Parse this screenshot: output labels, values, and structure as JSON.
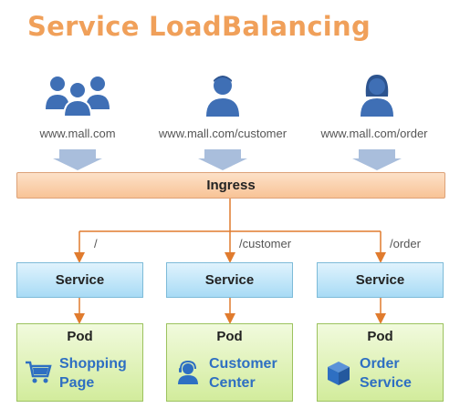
{
  "title": "Service LoadBalancing",
  "users": [
    {
      "url": "www.mall.com",
      "icon": "users-group-icon"
    },
    {
      "url": "www.mall.com/customer",
      "icon": "user-male-icon"
    },
    {
      "url": "www.mall.com/order",
      "icon": "user-female-icon"
    }
  ],
  "ingress": {
    "label": "Ingress"
  },
  "routes": [
    "/",
    "/customer",
    "/order"
  ],
  "services": [
    {
      "label": "Service"
    },
    {
      "label": "Service"
    },
    {
      "label": "Service"
    }
  ],
  "pods": [
    {
      "title": "Pod",
      "line1": "Shopping",
      "line2": "Page",
      "icon": "shopping-cart-icon"
    },
    {
      "title": "Pod",
      "line1": "Customer",
      "line2": "Center",
      "icon": "headset-agent-icon"
    },
    {
      "title": "Pod",
      "line1": "Order",
      "line2": "Service",
      "icon": "package-box-icon"
    }
  ],
  "colors": {
    "title": "#f0a05a",
    "user_icon": "#3f6fb5",
    "arrow": "#e07b2e",
    "down_arrow": "#a9bedc",
    "pod_text": "#2e6fc2"
  }
}
